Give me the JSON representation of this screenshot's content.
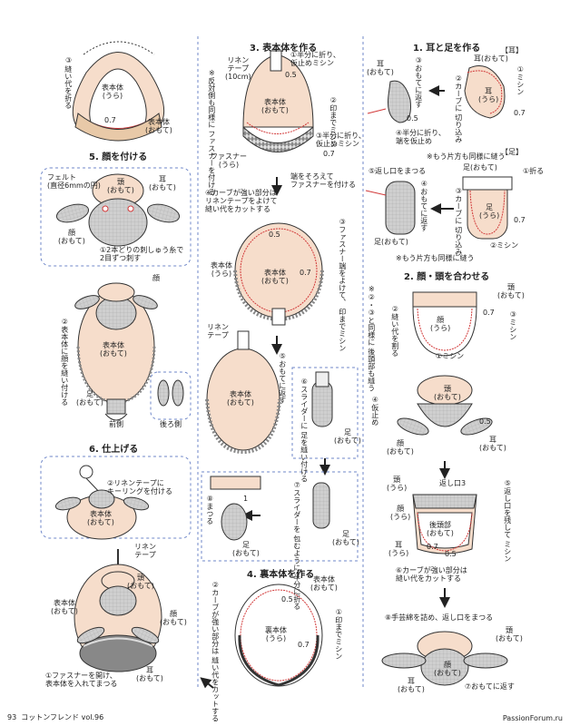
{
  "page": {
    "number": "93",
    "magazine": "コットンフレンド vol.96",
    "watermark": "PassionForum.ru"
  },
  "colors": {
    "body_fill": "#f6ddcb",
    "pattern_fill": "#c8c8c8",
    "stitch_red": "#d23a3a",
    "dash_blue": "#6f87c9",
    "line": "#333333"
  },
  "top_left": {
    "num3": "③",
    "seam_allowance": "縫い代を折る",
    "body_back": "表本体\n(うら)",
    "measure": "0.7",
    "body_front": "表本体\n(おもて)"
  },
  "section5": {
    "title": "5. 顔を付ける",
    "felt": "フェルト\n(直径6mmの円)",
    "head_front": "頭\n(おもて)",
    "ear_front": "耳\n(おもて)",
    "face_front": "顔\n(おもて)",
    "eye_note": "①2本どりの刺しゅう糸で\n2目ずつ刺す",
    "face": "顔",
    "face_attach": "②表本体に顔を縫い付ける",
    "body_front": "表本体\n(おもて)",
    "foot_front": "足\n(おもて)",
    "front_side": "前側",
    "back_side": "後ろ側"
  },
  "section6": {
    "title": "6. 仕上げる",
    "keyring": "②リネンテープに\nキーリングを付ける",
    "body_front": "表本体\n(おもて)",
    "linen_tape": "リネン\nテープ",
    "head_front": "頭\n(おもて)",
    "body_front2": "表本体\n(おもて)",
    "face_front": "顔\n(おもて)",
    "ear_front": "耳\n(おもて)",
    "zipper_note": "①ファスナーを開け、\n表本体を入れてまつる"
  },
  "section3": {
    "title": "3. 表本体を作る",
    "linen_tape": "リネン\nテープ\n(10cm)",
    "fold_note": "①半分に折り、\n仮止めミシン",
    "measure_05": "0.5",
    "zipper_note": "※反対側も同様に\nファスナーを付ける",
    "body_front": "表本体\n(おもて)",
    "sew_to_mark": "②印までミシン",
    "half_fold": "③半分に折り、\n仮止めミシン",
    "zipper_back": "ファスナー\n(うら)",
    "measure_07": "0.7",
    "align_note": "端をそろえて\nファスナーを付ける",
    "cut_note": "④カーブが強い部分は\nリネンテープをよけて\n縫い代をカットする",
    "measure_05b": "0.5",
    "zip_note": "③ファスナー端をよけて、\n印までミシン",
    "body_back": "表本体\n(うら)",
    "measure_07b": "0.7",
    "body_front2": "表本体\n(おもて)",
    "linen_tape2": "リネン\nテープ",
    "body_front3": "表本体\n(おもて)",
    "turn_out": "⑤おもてに返す",
    "slider": "⑥スライダーに\n足を縫い付ける",
    "foot_front": "足\n(おもて)",
    "wrap_note": "⑦スライダーを\n包むように\n半分に折る",
    "foot_front2": "足\n(おもて)",
    "measure_1": "1",
    "blindstitch": "⑧まつる",
    "foot_front3": "足\n(おもて)"
  },
  "section4": {
    "title": "4. 裏本体を作る",
    "cut_note": "②カーブが強い部分は\n縫い代をカットする",
    "body_front": "表本体\n(おもて)",
    "measure_05": "0.5",
    "sew_mark": "①印までミシン",
    "body_back": "裏本体\n(うら)",
    "measure_07": "0.7"
  },
  "section1": {
    "title": "1. 耳と足を作る",
    "tag_ear": "【耳】",
    "ear_front": "耳\n(おもて)",
    "turn_out": "③おもてに返す",
    "measure_05": "0.5",
    "fold_note": "④半分に折り、\n端を仮止め",
    "ear_front2": "耳(おもて)",
    "sew": "①ミシン",
    "curve_cut": "②カーブに\n切り込み",
    "ear_back": "耳\n(うら)",
    "measure_07": "0.7",
    "same_ear": "※もう片方も同様に縫う",
    "tag_foot": "【足】",
    "close_opening": "⑤返し口をまつる",
    "foot_front": "足(おもて)",
    "fold": "①折る",
    "turn_out2": "④おもてに返す",
    "curve_cut2": "③カーブに\n切り込み",
    "foot_back": "足\n(うら)",
    "measure_07b": "0.7",
    "foot_front2": "足(おもて)",
    "sew2": "②ミシン",
    "same_foot": "※もう片方も同様に縫う"
  },
  "section2": {
    "title": "2. 顔・頭を合わせる",
    "head_note": "※②・③と同様に\n後頭部も縫う",
    "head_front": "頭\n(おもて)",
    "fold_allowance": "②縫い代を割る",
    "face_back": "顔\n(うら)",
    "measure_07": "0.7",
    "sew3": "③ミシン",
    "sew1": "①ミシン",
    "head_front2": "頭\n(おもて)",
    "baste": "④仮止め",
    "measure_05": "0.5",
    "face_front": "顔\n(おもて)",
    "ear_front": "耳\n(おもて)",
    "head_back": "頭\n(うら)",
    "opening": "返し口3",
    "leave_opening": "⑤返し口を残して\nミシン",
    "face_back2": "顔\n(うら)",
    "back_head": "後頭部\n(おもて)",
    "measure_07b": "0.7",
    "measure_05b": "0.5",
    "ear_back": "耳\n(うら)",
    "curve_note": "⑥カーブが強い部分は\n縫い代をカットする",
    "stuff_note": "⑧手芸綿を詰め、返し口をまつる",
    "head_front3": "頭\n(おもて)",
    "face_front2": "顔\n(おもて)",
    "ear_front2": "耳\n(おもて)",
    "turn_out": "⑦おもてに返す"
  }
}
